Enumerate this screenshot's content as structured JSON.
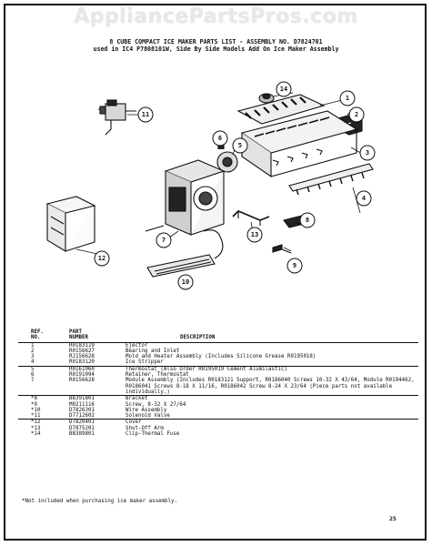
{
  "watermark": "AppliancePartsPros.com",
  "title_line1": "8 CUBE COMPACT ICE MAKER PARTS LIST - ASSEMBLY NO. D7824701",
  "title_line2": "used in IC4 P7808101W, Side By Side Models Add On Ice Maker Assembly",
  "callouts": [
    "1",
    "2",
    "3",
    "4",
    "5",
    "6",
    "7",
    "8",
    "9",
    "10",
    "11",
    "12",
    "13",
    "14"
  ],
  "table": {
    "headers": {
      "ref_line1": "REF.",
      "ref_line2": "NO.",
      "part_line1": "PART",
      "part_line2": "NUMBER",
      "description": "DESCRIPTION"
    },
    "rows": [
      {
        "ref": "1",
        "part": "R0183119",
        "desc": "Ejector",
        "sep": false
      },
      {
        "ref": "2",
        "part": "R0156627",
        "desc": "Bearing and Inlet",
        "sep": false
      },
      {
        "ref": "3",
        "part": "RJ156628",
        "desc": "Mold and Heater Assembly (Includes Silicone Grease R0195018)",
        "sep": false
      },
      {
        "ref": "4",
        "part": "R0183120",
        "desc": "Ice Stripper",
        "sep": false
      },
      {
        "ref": "5",
        "part": "R0161060",
        "desc": "Thermostat (Also Order R0195019 Cement Alumilastic)",
        "sep": true
      },
      {
        "ref": "6",
        "part": "R0191094",
        "desc": "Retainer, Thermostat",
        "sep": false
      },
      {
        "ref": "7",
        "part": "R0156628",
        "desc": "Module Assembly (Includes R0183121 Support, R0186040 Screws 10-32 X 43/64, Module R0194462, R0186041 Screws 8-18 X 11/16, R0186042 Screw 8-24 X 23/64 (Piece parts not available individually.)",
        "sep": false
      },
      {
        "ref": "*8",
        "part": "B8391801",
        "desc": "Bracket",
        "sep": true
      },
      {
        "ref": "*9",
        "part": "M0211116",
        "desc": "Screw, 8-32 X 27/64",
        "sep": false
      },
      {
        "ref": "*10",
        "part": "D7826301",
        "desc": "Wire Assembly",
        "sep": false
      },
      {
        "ref": "*11",
        "part": "D7712602",
        "desc": "Solenoid Valve",
        "sep": false
      },
      {
        "ref": "*12",
        "part": "D7820401",
        "desc": "Cover",
        "sep": true
      },
      {
        "ref": "*13",
        "part": "D7875201",
        "desc": "Shut-Off Arm",
        "sep": false
      },
      {
        "ref": "*14",
        "part": "B8389801",
        "desc": "Clip-Thermal Fuse",
        "sep": false
      }
    ]
  },
  "footnote": "*Not included when purchasing ice maker assembly.",
  "page_number": "25"
}
